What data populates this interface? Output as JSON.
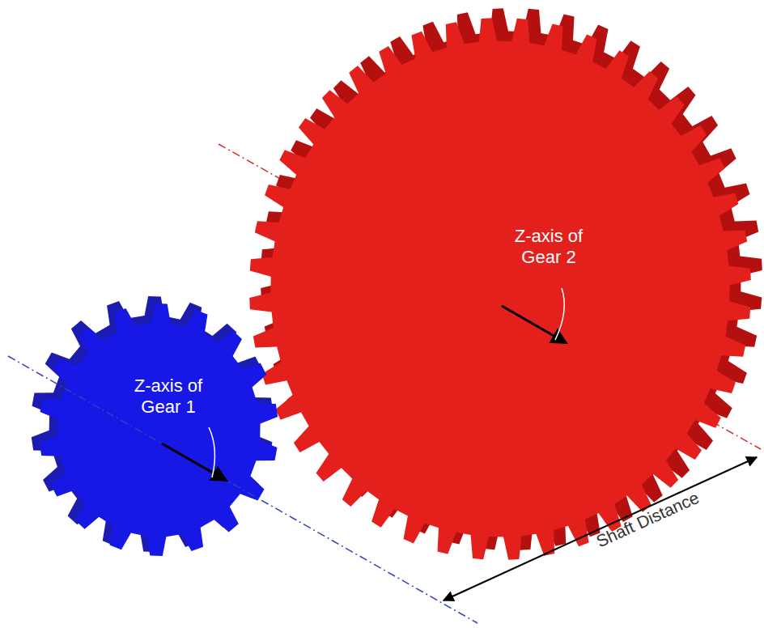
{
  "diagram": {
    "labels": [
      "Z-axis of Gear 1",
      "Z-axis of Gear 2",
      "Shaft Distance"
    ]
  }
}
